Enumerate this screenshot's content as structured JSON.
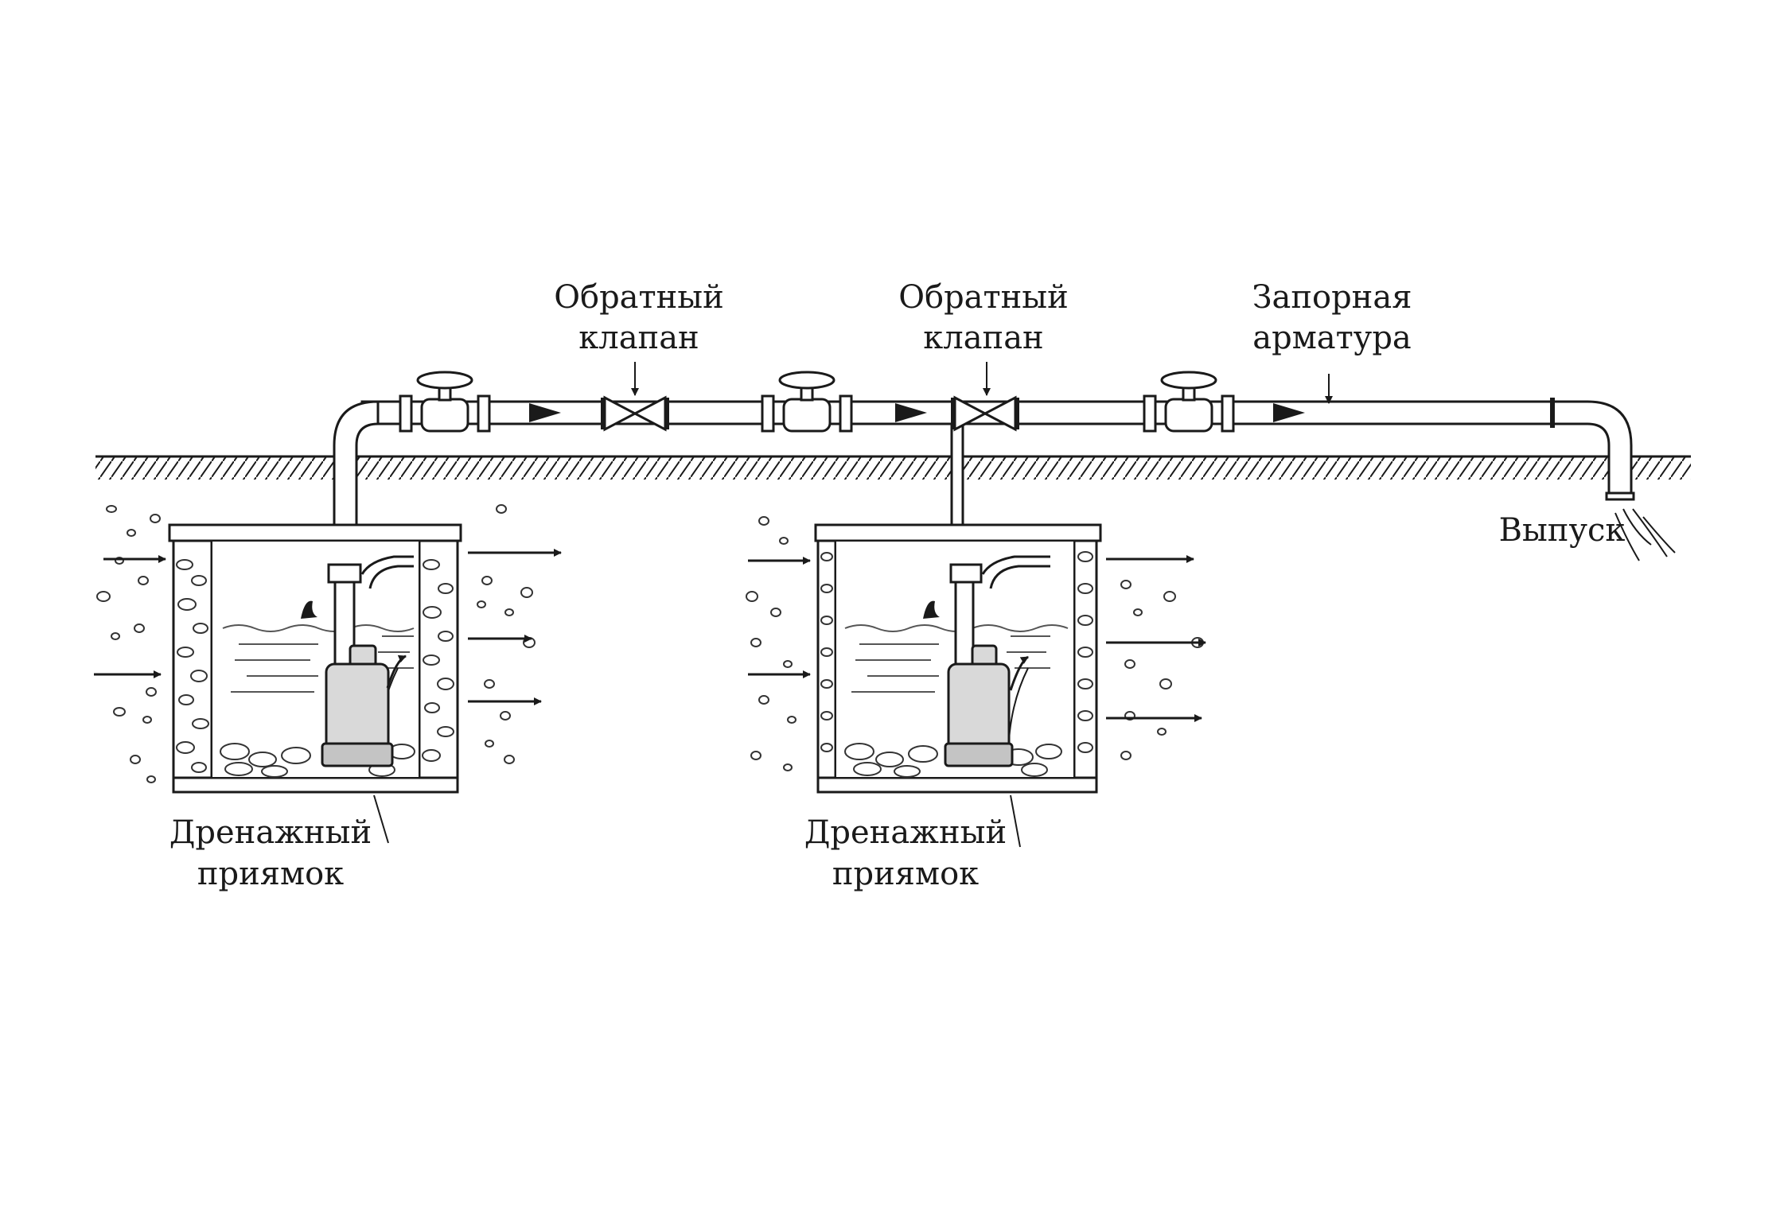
{
  "labels": {
    "check_valve_1": [
      "Обратный",
      "клапан"
    ],
    "check_valve_2": [
      "Обратный",
      "клапан"
    ],
    "shutoff": [
      "Запорная",
      "арматура"
    ],
    "outlet": "Выпуск",
    "sump_1": [
      "Дренажный",
      "приямок"
    ],
    "sump_2": [
      "Дренажный",
      "приямок"
    ]
  },
  "colors": {
    "ink": "#1a1a1a",
    "pump_body": "#d9d9d9",
    "background": "#ffffff"
  }
}
